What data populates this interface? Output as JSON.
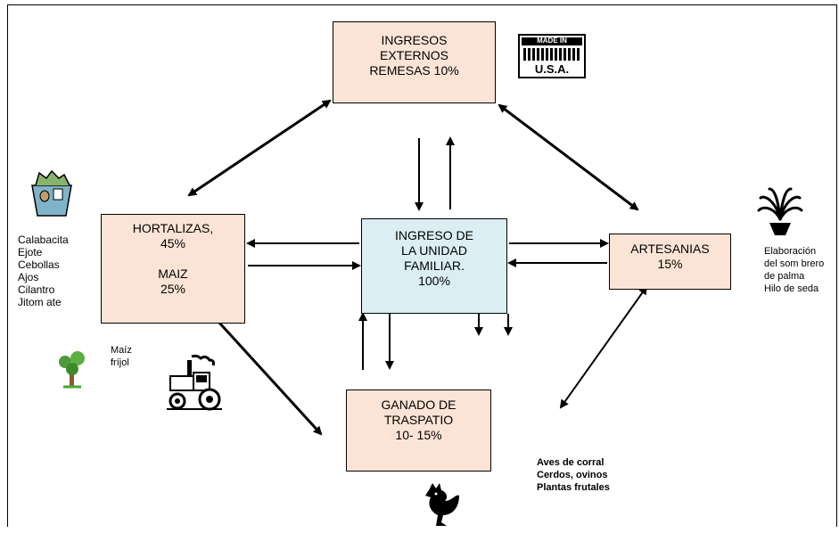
{
  "boxes": {
    "top": {
      "line1": "INGRESOS",
      "line2": "EXTERNOS",
      "line3": "REMESAS 10%"
    },
    "left": {
      "line1": "HORTALIZAS,",
      "line2": "45%",
      "line3": "MAIZ",
      "line4": "25%"
    },
    "center": {
      "line1": "INGRESO DE",
      "line2": "LA UNIDAD",
      "line3": "FAMILIAR.",
      "line4": "100%"
    },
    "right": {
      "line1": "ARTESANIAS",
      "line2": "15%"
    },
    "bottom": {
      "line1": "GANADO DE",
      "line2": "TRASPATIO",
      "line3": "10- 15%"
    }
  },
  "logo": {
    "top": "MADE IN",
    "bottom": "U.S.A."
  },
  "labels": {
    "vegetables": [
      "Calabacita",
      "Ejote",
      "Cebollas",
      "Ajos",
      "Cilantro",
      "Jitom ate"
    ],
    "crops": [
      "Maíz",
      "fríjol"
    ],
    "crafts": [
      "Elaboración",
      "del som brero",
      "de palma",
      "Hilo de seda"
    ],
    "livestock": [
      "Aves de corral",
      "Cerdos, ovinos",
      "Plantas frutales"
    ]
  }
}
